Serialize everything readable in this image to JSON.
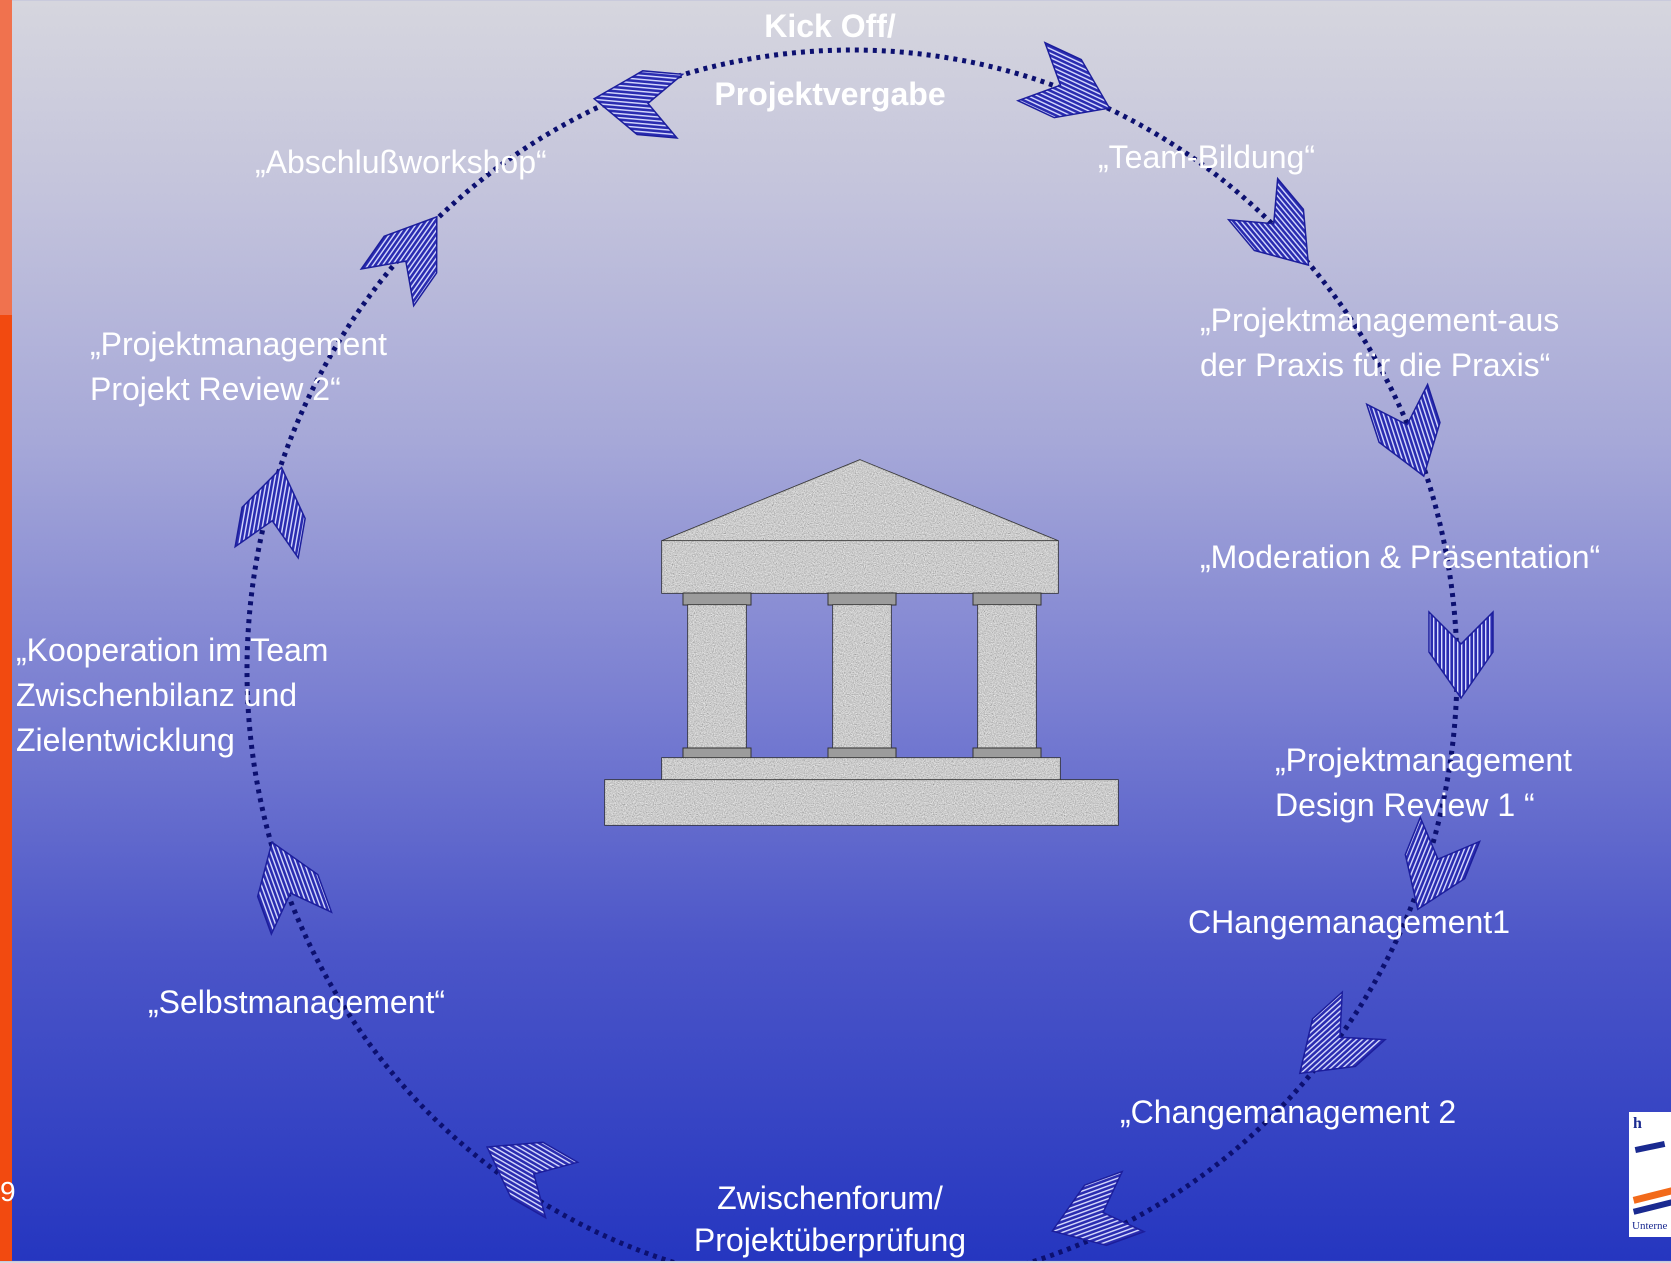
{
  "slide": {
    "page_number": "9",
    "logo_top_text": "h",
    "logo_bottom_text": "Unterne"
  },
  "cycle": {
    "kickoff_line1": "Kick Off/",
    "kickoff_line2": "Projektvergabe",
    "team_bildung": "„Team-Bildung“",
    "pm_praxis_line1": "„Projektmanagement-aus",
    "pm_praxis_line2": "der Praxis für die Praxis“",
    "moderation": "„Moderation & Präsentation“",
    "design_review_line1": "„Projektmanagement",
    "design_review_line2": "Design Review 1 “",
    "changemanagement1": "CHangemanagement1",
    "changemanagement2": "„Changemanagement 2",
    "zwischenforum_line1": "Zwischenforum/",
    "zwischenforum_line2": "Projektüberprüfung",
    "selbstmanagement": "„Selbstmanagement“",
    "kooperation_line1": "„Kooperation im Team",
    "kooperation_line2": "Zwischenbilanz und",
    "kooperation_line3": "Zielentwicklung",
    "project_review_line1": "„Projektmanagement",
    "project_review_line2": "Projekt Review 2“",
    "abschluss": "„Abschlußworkshop“"
  },
  "colors": {
    "arrow": "#1c1e9c",
    "dotted_ring": "#0c1070",
    "text": "#ffffff",
    "temple_stone": "#a8a8a8"
  },
  "icons": [
    "temple-icon",
    "chevron-arrow-icon"
  ]
}
